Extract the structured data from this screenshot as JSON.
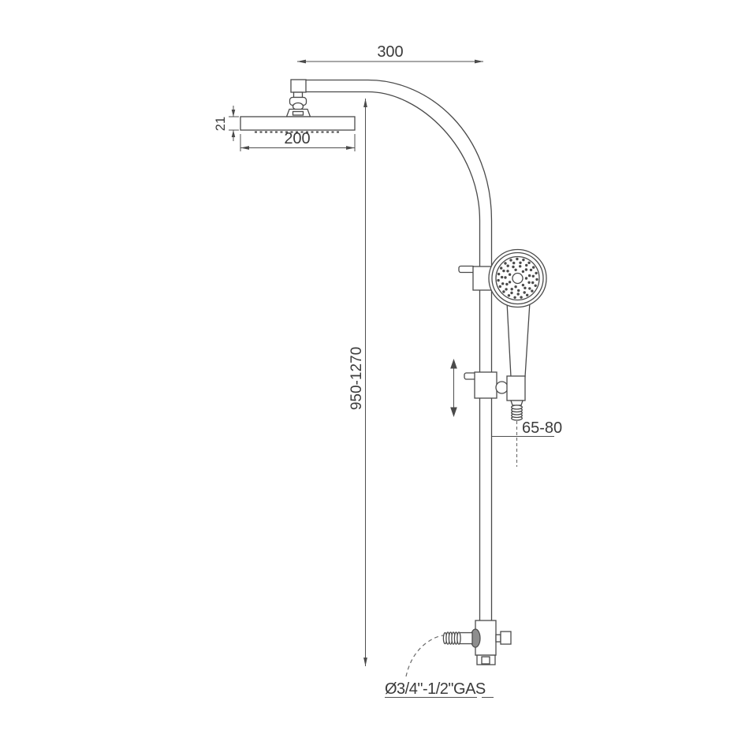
{
  "palette": {
    "background": "#ffffff",
    "line_color": "#4a4a4a",
    "text_color": "#3b3b3b",
    "shaded_fitting": "#8e8e8e"
  },
  "dimensions": {
    "arm_reach": "300",
    "head_thickness": "21",
    "head_width": "200",
    "column_height": "950-1270",
    "outlet_offset": "65-80",
    "connection": "Ø3/4\"-1/2\"GAS"
  }
}
